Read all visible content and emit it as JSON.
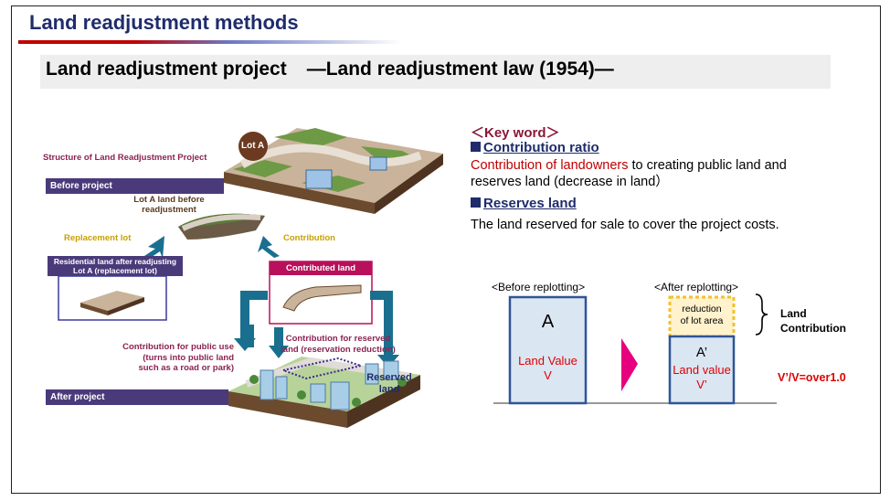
{
  "slide": {
    "title": "Land readjustment methods",
    "subtitle_left": "Land readjustment project",
    "subtitle_right": "—Land readjustment law (1954)—"
  },
  "illustration": {
    "structure_title": "Structure of Land Readjustment Project",
    "before_project": "Before project",
    "lot_a_badge": "Lot A",
    "lot_a_before_line1": "Lot A land before",
    "lot_a_before_line2": "readjustment",
    "replacement_lot": "Replacement lot",
    "contribution": "Contribution",
    "residential_line1": "Residential land after readjusting",
    "residential_line2": "Lot A (replacement lot)",
    "contributed_land": "Contributed land",
    "public_use_line1": "Contribution for public use",
    "public_use_line2": "(turns into public land",
    "public_use_line3": "such as a road or park)",
    "reserved_contrib_line1": "Contribution for reserved",
    "reserved_contrib_line2": "land (reservation reduction)",
    "reserved_land_line1": "Reserved",
    "reserved_land_line2": "land",
    "after_project": "After project",
    "colors": {
      "purple_bar": "#4a3a7a",
      "arrow_teal": "#1a6f8f",
      "magenta": "#c0105a"
    }
  },
  "keywords": {
    "heading": "＜Key word＞",
    "term1": "Contribution ratio",
    "term1_red": "Contribution of landowners",
    "term1_rest_line1": " to creating public land and",
    "term1_line2": "reserves land (decrease in land）",
    "term2": "Reserves land",
    "term2_body": "The land reserved for sale to cover the project costs."
  },
  "replotting": {
    "before_label": "<Before replotting>",
    "after_label": "<After replotting>",
    "before_letter": "A",
    "before_value_line1": "Land Value",
    "before_value_line2": "V",
    "after_letter": "A’",
    "after_value_line1": "Land value",
    "after_value_line2": "V’",
    "reduction_line1": "reduction",
    "reduction_line2": "of lot area",
    "land_contrib_line1": "Land",
    "land_contrib_line2": "Contribution",
    "ratio": "V’/V=over1.0",
    "colors": {
      "box_fill": "#dbe6f3",
      "box_border": "#2f5597",
      "dashed": "#f2c22a",
      "arrow": "#e6007e",
      "value_red": "#e00000"
    }
  }
}
